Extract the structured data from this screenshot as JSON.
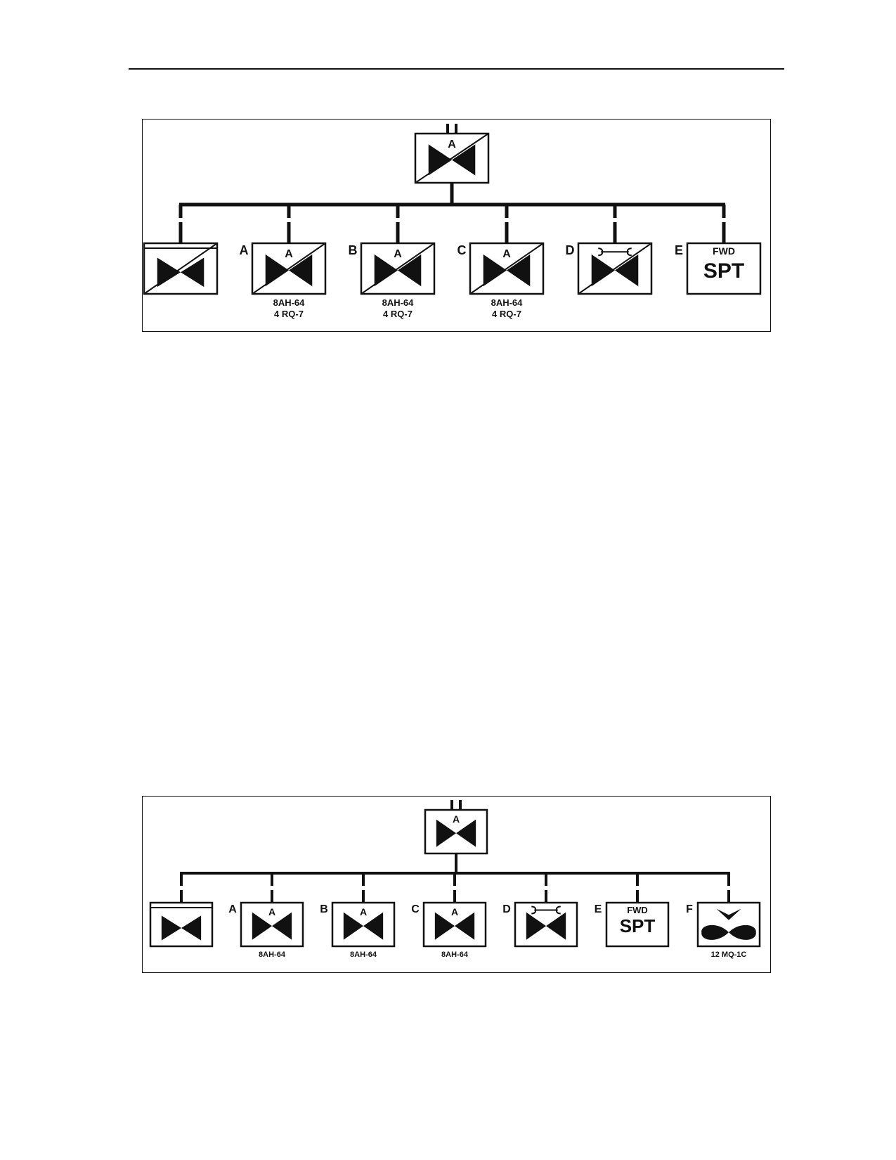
{
  "diagrams": [
    {
      "id": "fig1",
      "hq": {
        "letter": "A"
      },
      "units": [
        {
          "type": "hhc",
          "designation": "",
          "letter": "",
          "capabilities": []
        },
        {
          "type": "attack",
          "designation": "A",
          "letter": "A",
          "capabilities": [
            "8AH-64",
            "4 RQ-7"
          ]
        },
        {
          "type": "attack",
          "designation": "B",
          "letter": "A",
          "capabilities": [
            "8AH-64",
            "4 RQ-7"
          ]
        },
        {
          "type": "attack",
          "designation": "C",
          "letter": "A",
          "capabilities": [
            "8AH-64",
            "4 RQ-7"
          ]
        },
        {
          "type": "maintenance",
          "designation": "D",
          "letter": "",
          "capabilities": []
        },
        {
          "type": "support",
          "designation": "E",
          "top_text": "FWD",
          "main_text": "SPT",
          "capabilities": []
        }
      ]
    },
    {
      "id": "fig2",
      "hq": {
        "letter": "A"
      },
      "units": [
        {
          "type": "hhc",
          "designation": "",
          "letter": "",
          "capabilities": []
        },
        {
          "type": "attack",
          "designation": "A",
          "letter": "A",
          "capabilities": [
            "8AH-64"
          ]
        },
        {
          "type": "attack",
          "designation": "B",
          "letter": "A",
          "capabilities": [
            "8AH-64"
          ]
        },
        {
          "type": "attack",
          "designation": "C",
          "letter": "A",
          "capabilities": [
            "8AH-64"
          ]
        },
        {
          "type": "maintenance",
          "designation": "D",
          "letter": "",
          "capabilities": []
        },
        {
          "type": "support",
          "designation": "E",
          "top_text": "FWD",
          "main_text": "SPT",
          "capabilities": []
        },
        {
          "type": "uas",
          "designation": "F",
          "letter": "",
          "capabilities": [
            "12 MQ-1C"
          ]
        }
      ]
    }
  ]
}
